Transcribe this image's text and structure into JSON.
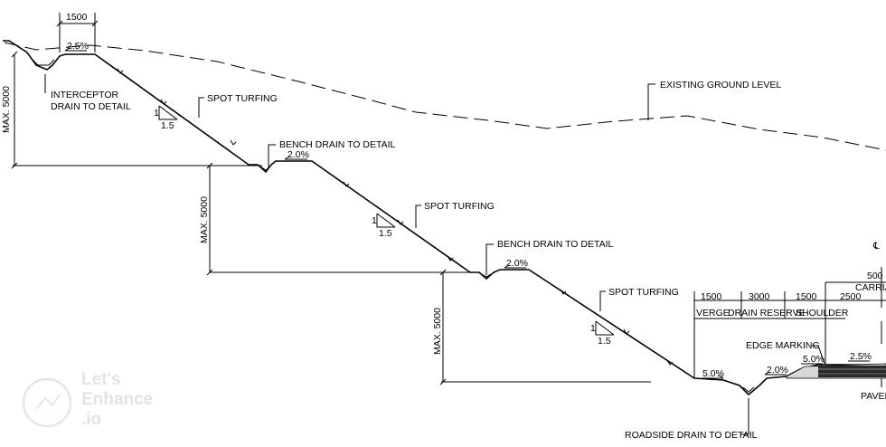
{
  "labels": {
    "top_width": "1500",
    "top_grade": "2.5%",
    "interceptor_drain_line1": "INTERCEPTOR",
    "interceptor_drain_line2": "DRAIN TO DETAIL",
    "spot_turfing_1": "SPOT TURFING",
    "spot_turfing_2": "SPOT TURFING",
    "spot_turfing_3": "SPOT TURFING",
    "existing_ground_level": "EXISTING GROUND LEVEL",
    "bench_drain_1": "BENCH DRAIN TO DETAIL",
    "bench_drain_2": "BENCH DRAIN TO DETAIL",
    "bench_grade_1": "2.0%",
    "bench_grade_2": "2.0%",
    "max_height_1": "MAX. 5000",
    "max_height_2": "MAX. 5000",
    "max_height_3": "MAX. 5000",
    "slope_rise": "1",
    "slope_run": "1.5",
    "verge_width": "1500",
    "drain_reserve_width": "3000",
    "shoulder_width": "1500",
    "lane_width": "2500",
    "carriageway_width": "500",
    "verge": "VERGE",
    "drain_reserve": "DRAIN RESERVE",
    "shoulder": "SHOULDER",
    "carriageway": "CARRIA",
    "centerline": "℄",
    "edge_marking": "EDGE MARKING",
    "grade_verge": "5.0%",
    "grade_reserve": "2.0%",
    "grade_shoulder": "5.0%",
    "grade_carriageway": "2.5%",
    "pavement": "PAVEM",
    "roadside_drain": "ROADSIDE DRAIN TO DETAIL"
  },
  "watermark": {
    "line1": "Let's",
    "line2": "Enhance",
    "line3": ".io"
  }
}
